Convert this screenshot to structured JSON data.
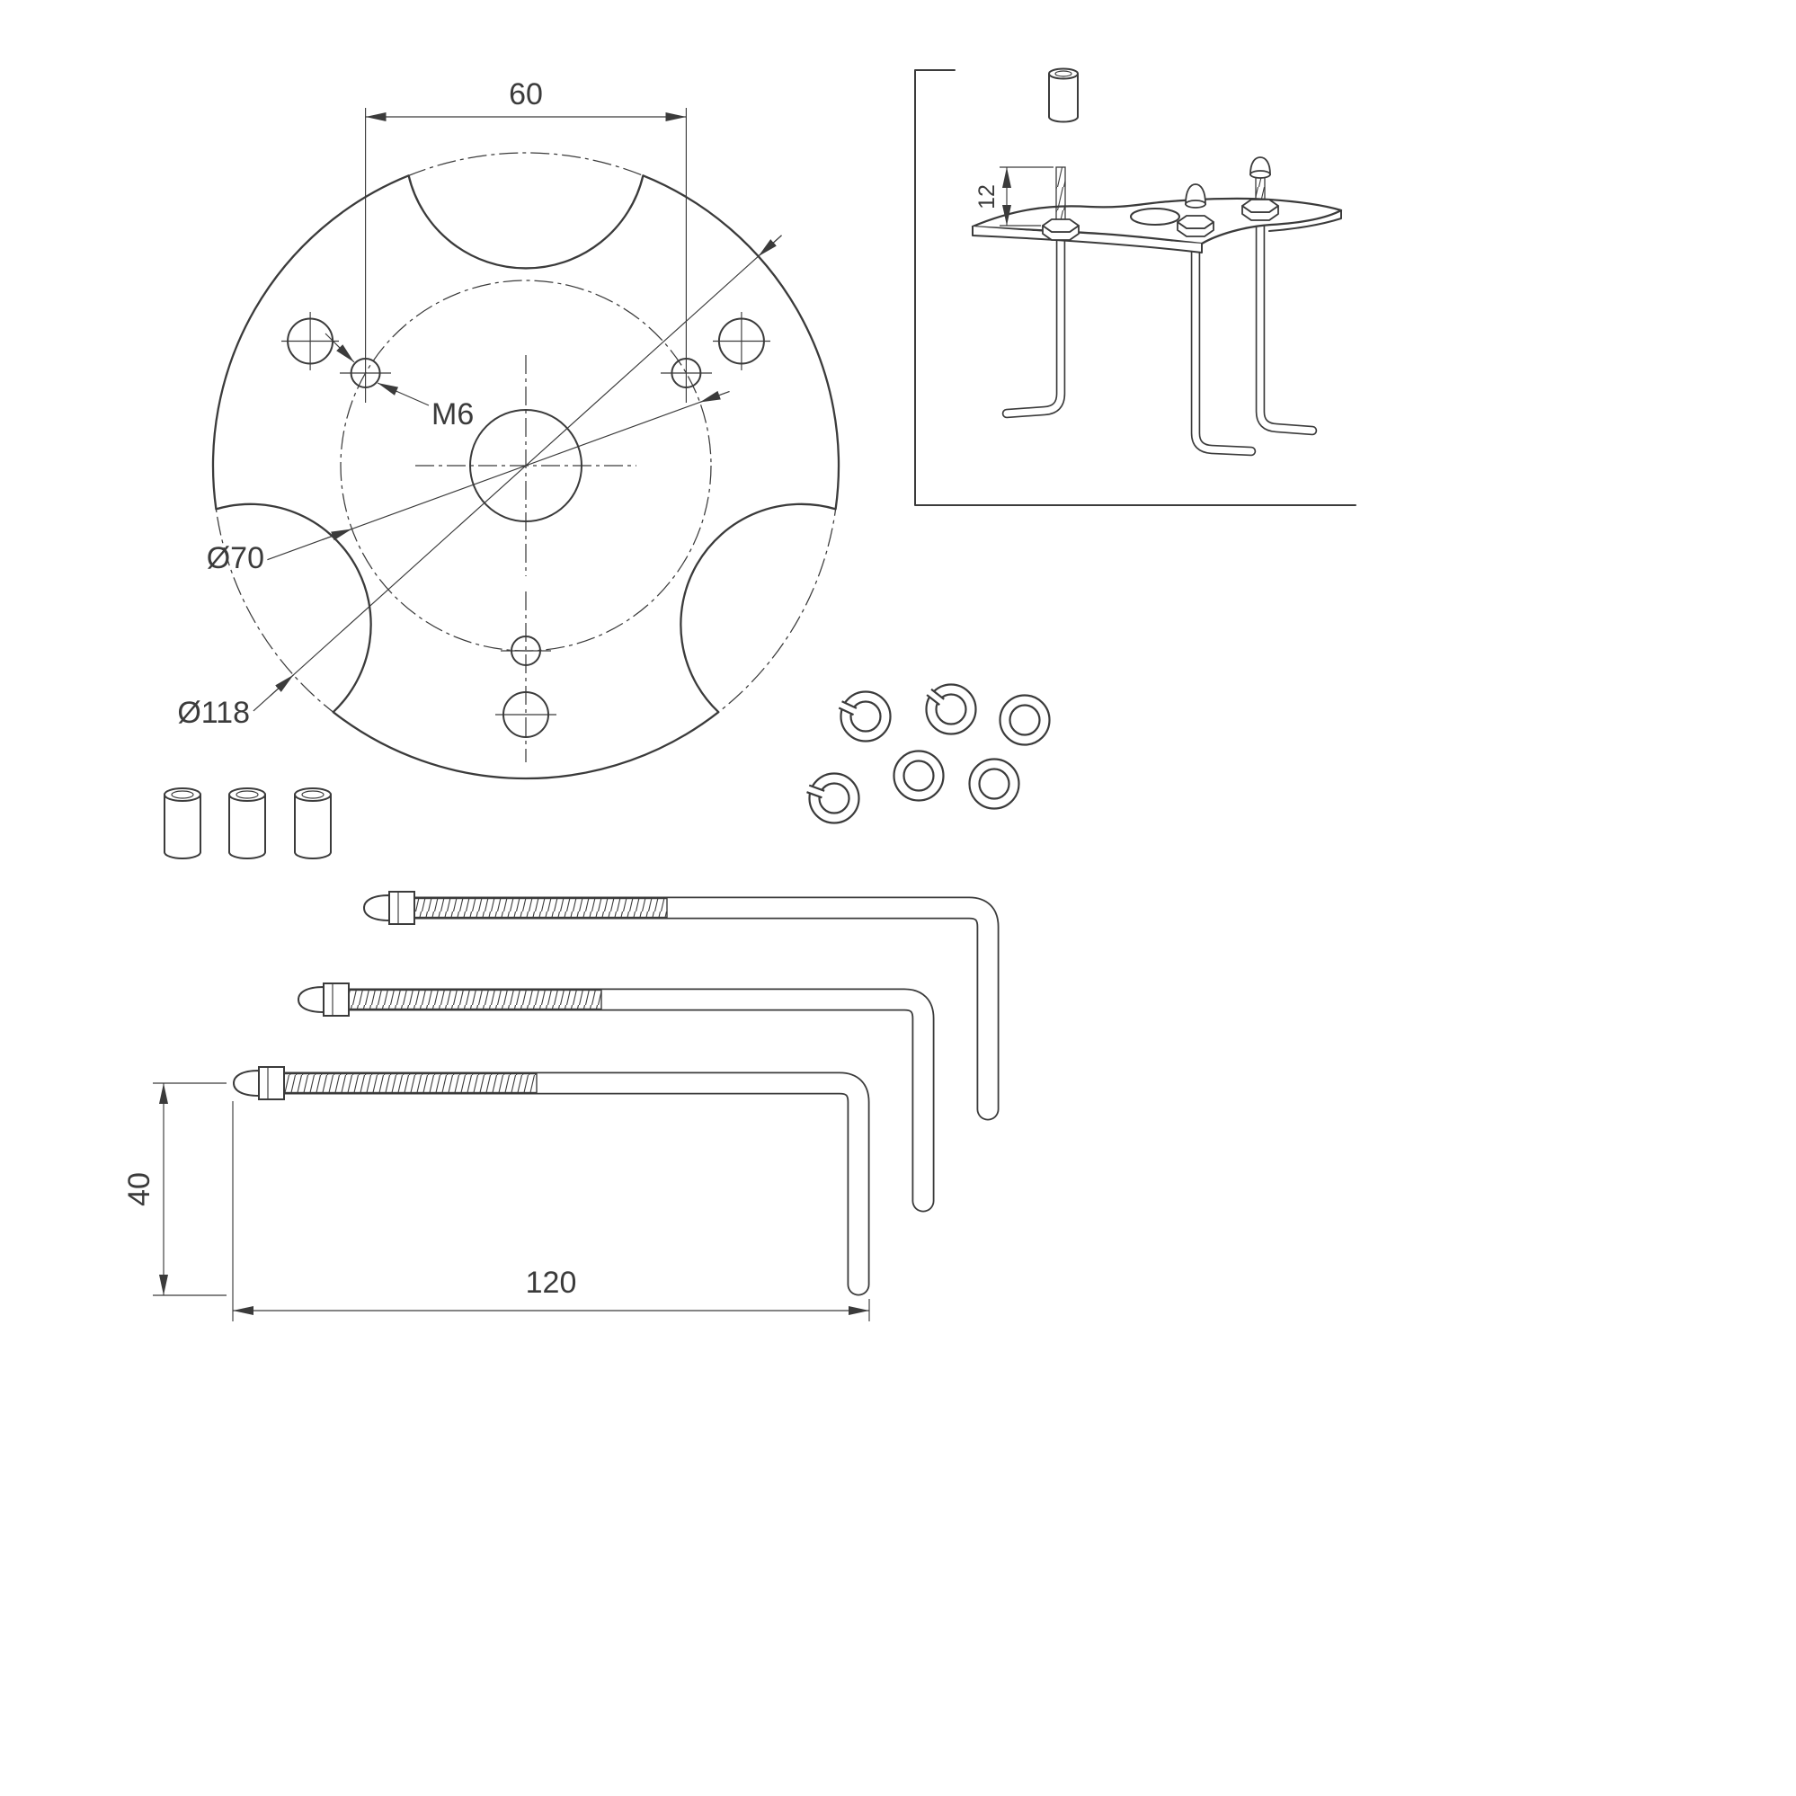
{
  "labels": {
    "hole_spacing": "60",
    "thread_size": "M6",
    "bolt_circle_diameter": "Ø70",
    "outer_diameter": "Ø118",
    "plate_offset": "12",
    "leg_length": "40",
    "shank_length": "120"
  },
  "colors": {
    "line": "#3b3b3b",
    "background": "#ffffff"
  }
}
